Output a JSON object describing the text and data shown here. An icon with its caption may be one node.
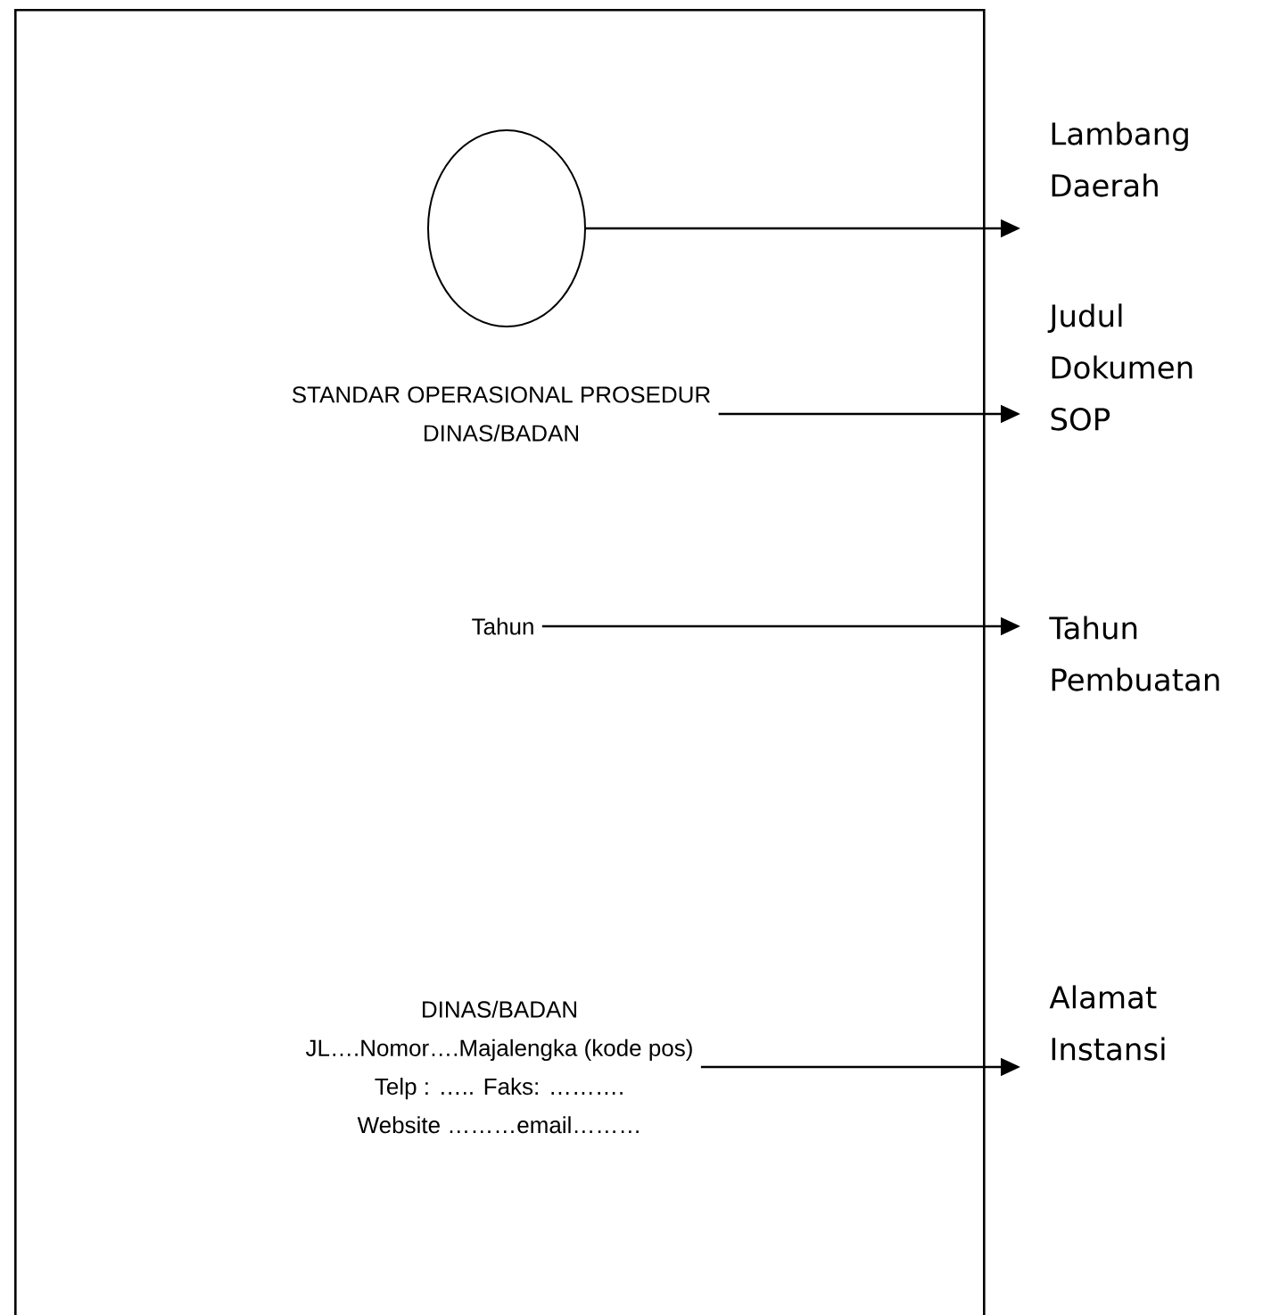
{
  "diagram": {
    "nodes": [
      {
        "text": [],
        "shape": "box"
      },
      {
        "text": [],
        "shape": "circle",
        "in": 0
      },
      {
        "text": [
          "STANDAR OPERASIONAL PROSEDUR",
          "DINAS/BADAN"
        ],
        "in": 0
      },
      {
        "text": [
          "Tahun"
        ],
        "in": 0
      },
      {
        "text": [
          "DINAS/BADAN",
          "JL….Nomor….Majalengka (kode pos)",
          "Telp : ….. Faks: ……….",
          "Website ………email………"
        ],
        "in": 0
      },
      {
        "text": [
          "Lambang Daerah"
        ]
      },
      {
        "text": [
          "Judul Dokumen SOP"
        ]
      },
      {
        "text": [
          "Tahun Pembuatan"
        ]
      },
      {
        "text": [
          "Alamat Instansi"
        ]
      }
    ],
    "edges": [
      {
        "from": 1,
        "to": 5,
        "arrow": "to"
      },
      {
        "from": 2,
        "to": 6,
        "arrow": "to"
      },
      {
        "from": 3,
        "to": 7,
        "arrow": "to"
      },
      {
        "from": 4,
        "to": 8,
        "arrow": "to"
      }
    ]
  }
}
